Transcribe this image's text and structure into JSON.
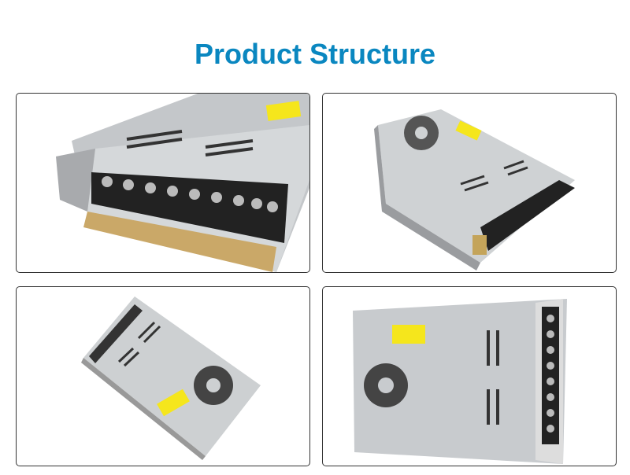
{
  "header": {
    "title": "Product Structure"
  },
  "photos": [
    {
      "view": "terminal-block-closeup"
    },
    {
      "view": "top-angled"
    },
    {
      "view": "top-flat-rotated"
    },
    {
      "view": "top-terminal-right"
    }
  ],
  "colors": {
    "title": "#0a87c0",
    "border": "#333333",
    "case": "#c9cccf",
    "label": "#f5e61c"
  }
}
